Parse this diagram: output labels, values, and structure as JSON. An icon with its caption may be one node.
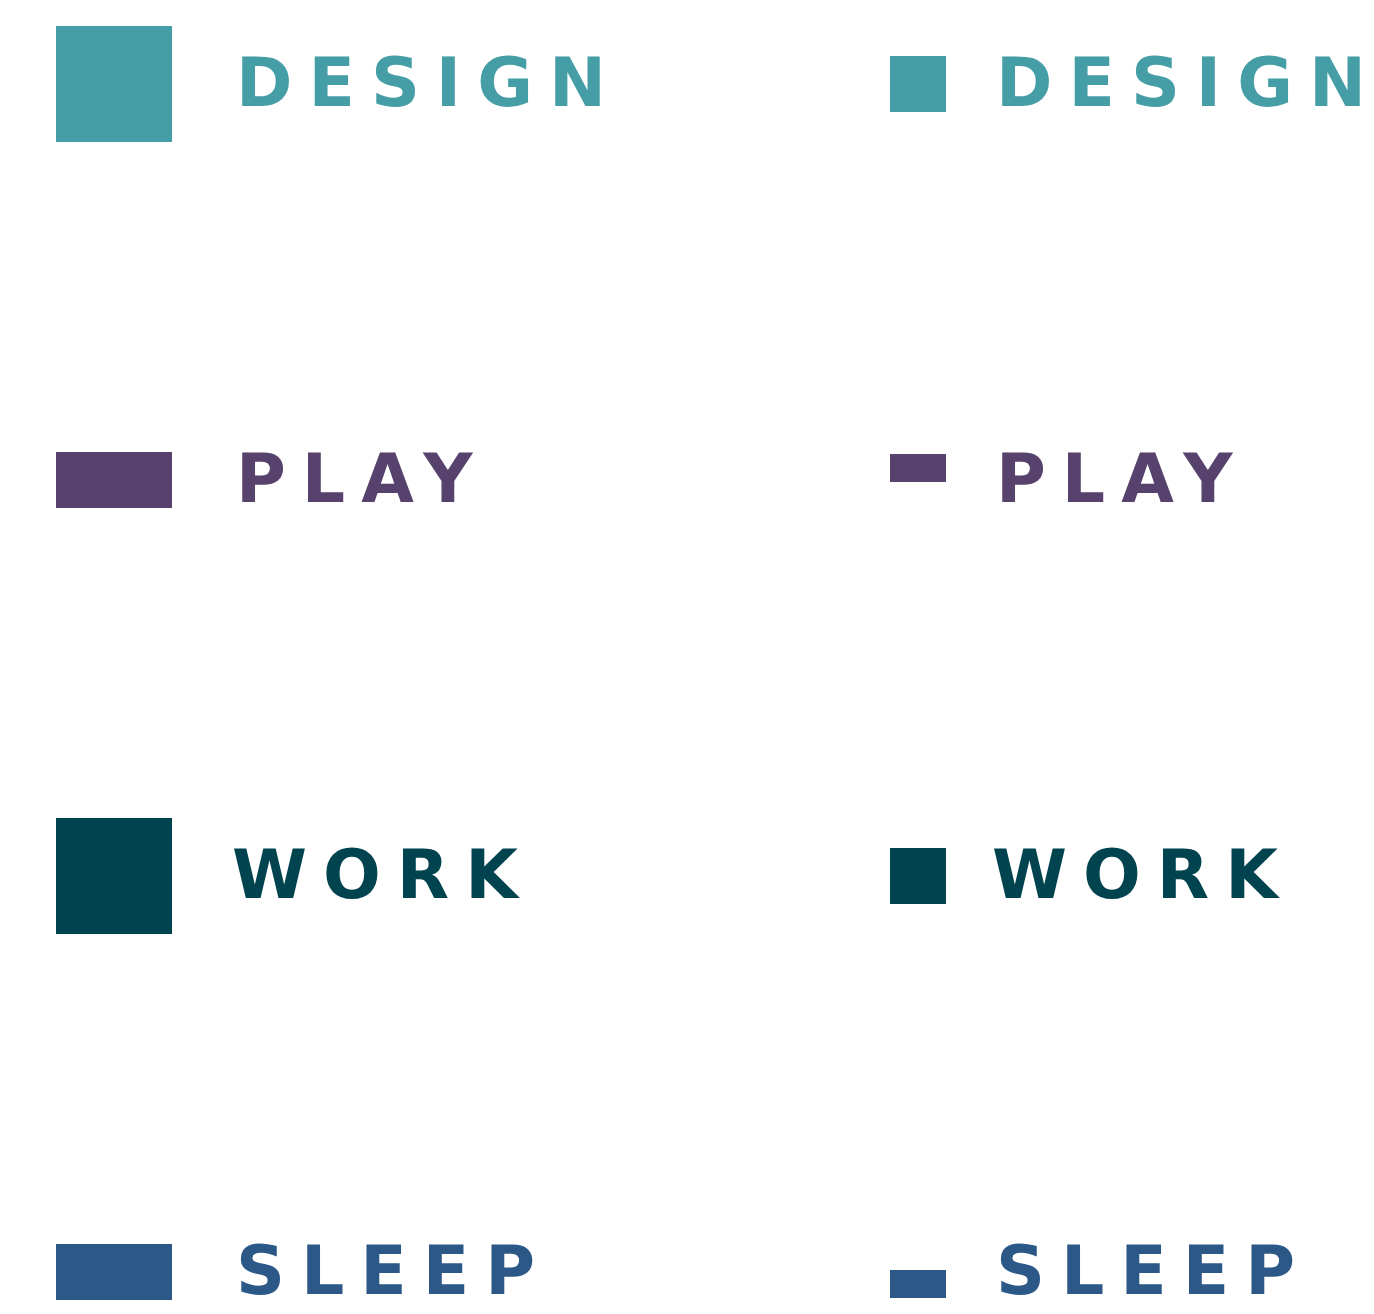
{
  "diagram": {
    "legend": [
      {
        "text": "DESIGN",
        "color": "#459ea6"
      },
      {
        "text": "DESIGN",
        "color": "#459ea6"
      },
      {
        "text": "PLAY",
        "color": "#57426e"
      },
      {
        "text": "PLAY",
        "color": "#57426e"
      },
      {
        "text": "WORK",
        "color": "#01444f"
      },
      {
        "text": "WORK",
        "color": "#01444f"
      },
      {
        "text": "SLEEP",
        "color": "#2b5886"
      },
      {
        "text": "SLEEP",
        "color": "#2b5886"
      }
    ]
  }
}
